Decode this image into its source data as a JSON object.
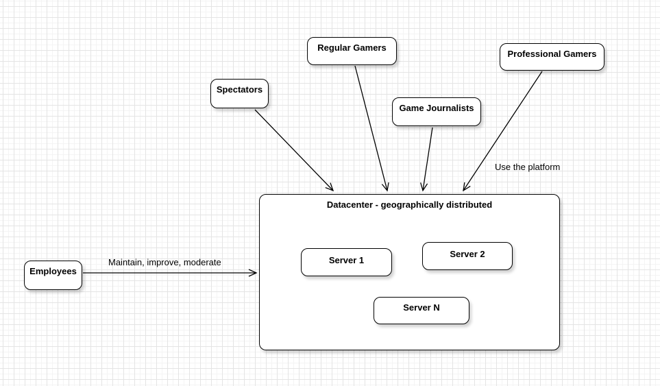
{
  "diagram": {
    "nodes": {
      "spectators": {
        "label": "Spectators"
      },
      "regular_gamers": {
        "label": "Regular Gamers"
      },
      "game_journalists": {
        "label": "Game Journalists"
      },
      "professional_gamers": {
        "label": "Professional Gamers"
      },
      "employees": {
        "label": "Employees"
      },
      "datacenter": {
        "label": "Datacenter - geographically distributed"
      },
      "server_1": {
        "label": "Server 1"
      },
      "server_2": {
        "label": "Server 2"
      },
      "server_n": {
        "label": "Server N"
      }
    },
    "edge_labels": {
      "use_the_platform": "Use the platform",
      "maintain_improve_moderate": "Maintain, improve, moderate"
    },
    "colors": {
      "node_fill": "#ffffff",
      "node_border": "#000000",
      "edge_stroke": "#000000",
      "grid_major": "#e4e4e4",
      "grid_minor": "#f4f4f4"
    }
  }
}
